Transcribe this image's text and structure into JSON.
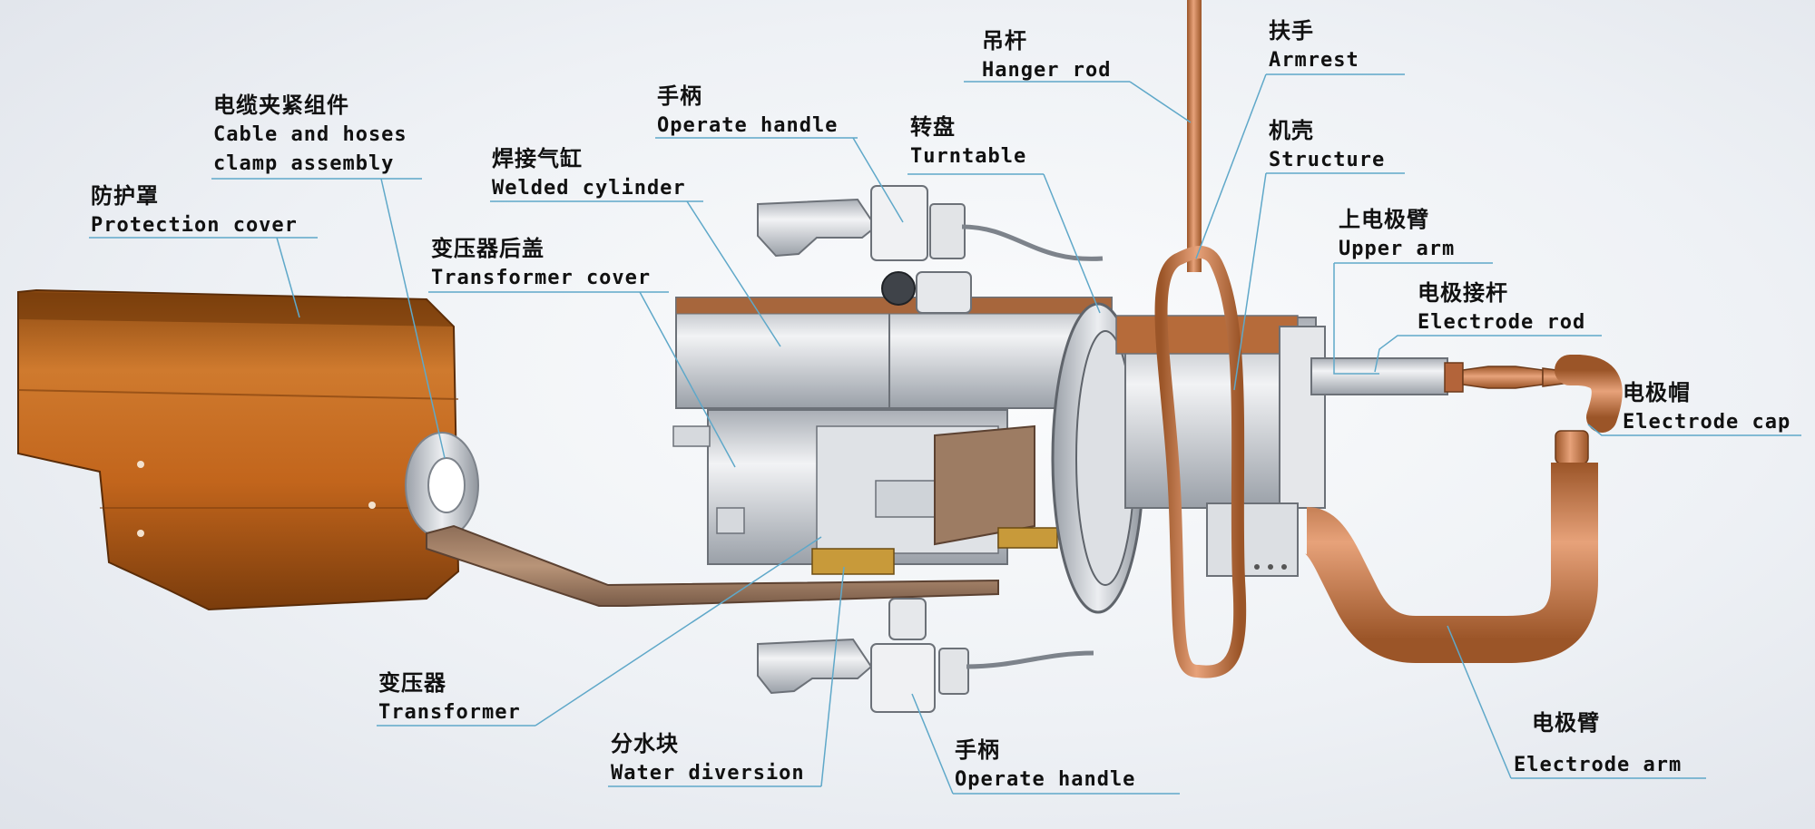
{
  "labels": {
    "hanger_rod": {
      "cn": "吊杆",
      "en": "Hanger rod"
    },
    "armrest": {
      "cn": "扶手",
      "en": "Armrest"
    },
    "operate_handle_top": {
      "cn": "手柄",
      "en": "Operate handle"
    },
    "turntable": {
      "cn": "转盘",
      "en": "Turntable"
    },
    "structure": {
      "cn": "机壳",
      "en": "Structure"
    },
    "cable_clamp": {
      "cn": "电缆夹紧组件",
      "en_line1": "Cable and hoses",
      "en_line2": "clamp assembly"
    },
    "welded_cylinder": {
      "cn": "焊接气缸",
      "en": "Welded cylinder"
    },
    "protection_cover": {
      "cn": "防护罩",
      "en": "Protection cover"
    },
    "transformer_cover": {
      "cn": "变压器后盖",
      "en": "Transformer cover"
    },
    "upper_arm": {
      "cn": "上电极臂",
      "en": "Upper arm"
    },
    "electrode_rod": {
      "cn": "电极接杆",
      "en": "Electrode rod"
    },
    "electrode_cap": {
      "cn": "电极帽",
      "en": "Electrode cap"
    },
    "transformer": {
      "cn": "变压器",
      "en": "Transformer"
    },
    "water_diversion": {
      "cn": "分水块",
      "en": "Water diversion"
    },
    "operate_handle_bottom": {
      "cn": "手柄",
      "en": "Operate handle"
    },
    "electrode_arm": {
      "cn": "电极臂",
      "en": "Electrode arm"
    }
  },
  "colors": {
    "copper": "#c87a3c",
    "orange_cover": "#c4691e",
    "steel": "#cfd3d8",
    "leader": "#5fa8c9"
  }
}
